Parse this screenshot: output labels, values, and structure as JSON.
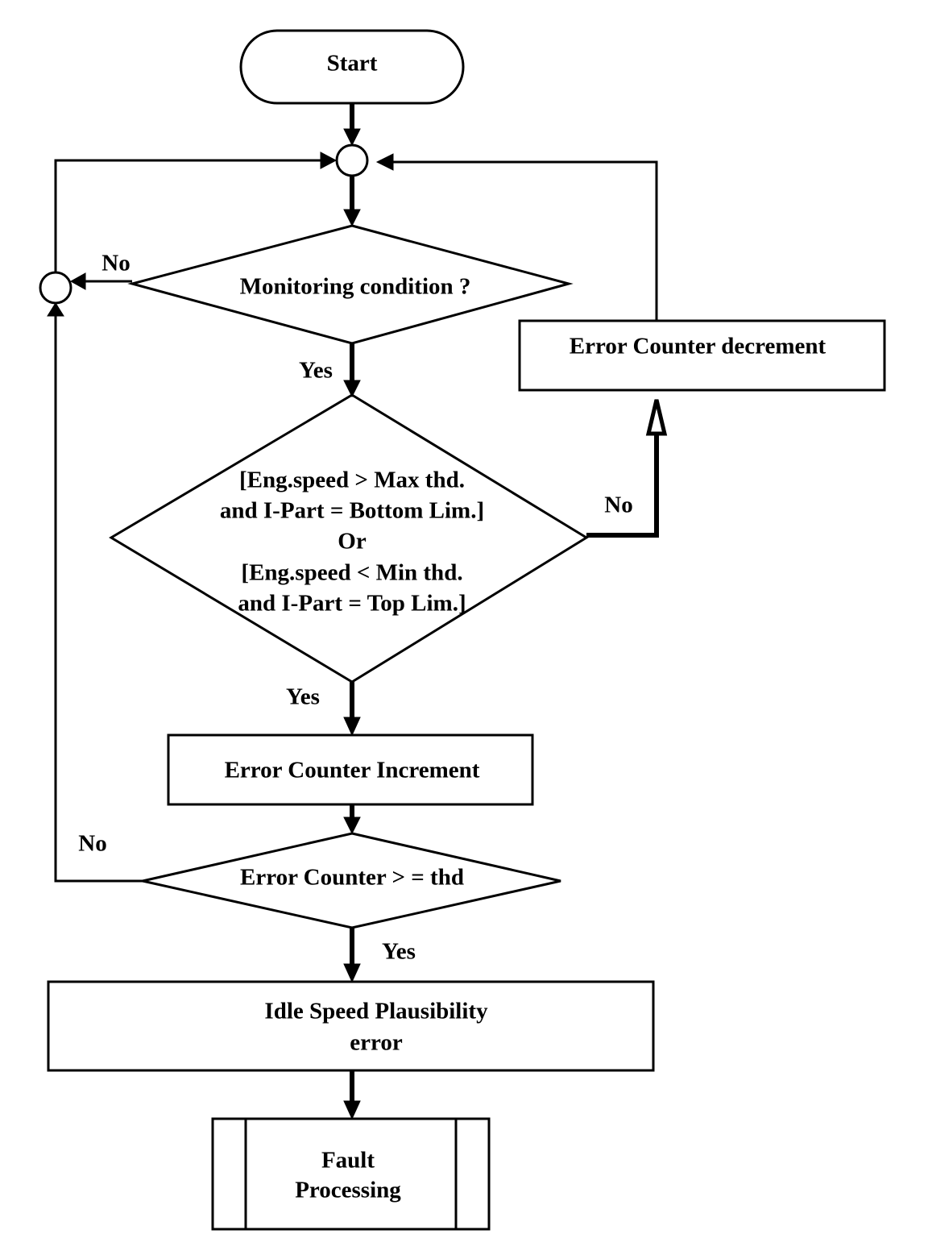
{
  "nodes": {
    "start": [
      "Start"
    ],
    "monitoring": [
      "Monitoring condition ?"
    ],
    "speed_check": [
      "[Eng.speed > Max thd.",
      "and I-Part = Bottom Lim.]",
      "Or",
      "[Eng.speed < Min thd.",
      "and I-Part = Top Lim.]"
    ],
    "decrement": [
      "Error Counter decrement"
    ],
    "increment": [
      "Error Counter Increment"
    ],
    "threshold": [
      "Error Counter > = thd"
    ],
    "plausibility": [
      "Idle Speed Plausibility",
      "error"
    ],
    "fault": [
      "Fault",
      "Processing"
    ]
  },
  "edges": {
    "monitoring_no": "No",
    "monitoring_yes": "Yes",
    "speed_no": "No",
    "speed_yes": "Yes",
    "threshold_no": "No",
    "threshold_yes": "Yes"
  }
}
